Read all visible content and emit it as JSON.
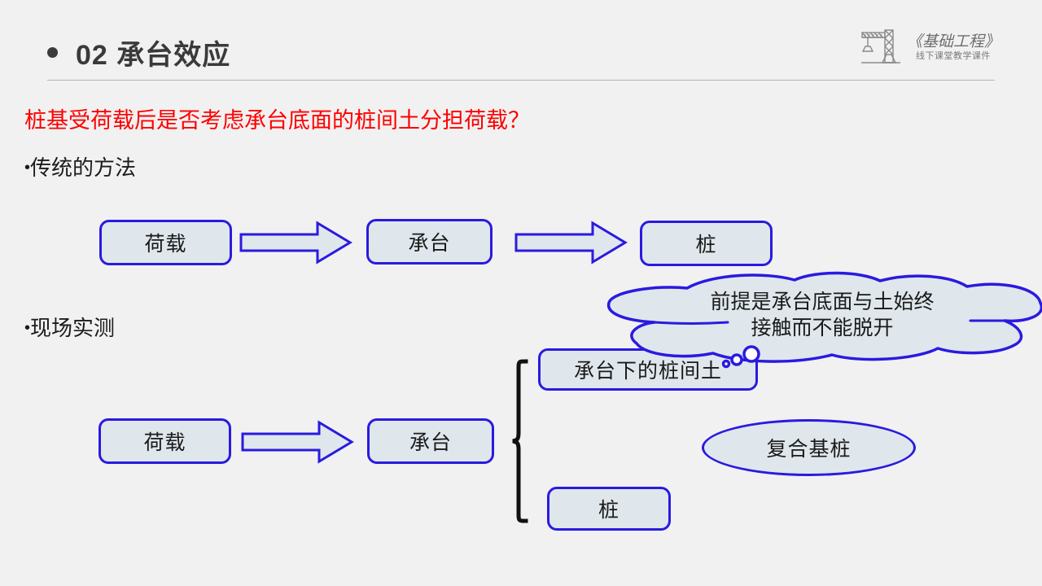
{
  "header": {
    "bullet_icon": "bullet-dot",
    "title": "02  承台效应",
    "logo": {
      "icon": "crane-icon",
      "title": "《基础工程》",
      "subtitle": "线下课堂教学课件"
    }
  },
  "content": {
    "question": "桩基受荷载后是否考虑承台底面的桩间土分担荷载？",
    "bullets": [
      {
        "marker": "•",
        "label": "传统的方法"
      },
      {
        "marker": "•",
        "label": "现场实测"
      }
    ]
  },
  "diagram_traditional": {
    "nodes": [
      {
        "label": "荷载"
      },
      {
        "label": "承台"
      },
      {
        "label": "桩"
      }
    ],
    "arrows": [
      {
        "icon": "block-arrow-right-icon"
      },
      {
        "icon": "block-arrow-right-icon"
      }
    ]
  },
  "diagram_measured": {
    "nodes": [
      {
        "label": "荷载"
      },
      {
        "label": "承台"
      }
    ],
    "arrows": [
      {
        "icon": "block-arrow-right-icon"
      }
    ],
    "brace_icon": "curly-brace-icon",
    "branches": [
      {
        "label": "承台下的桩间土"
      },
      {
        "label": "桩"
      }
    ],
    "group_label": "复合基桩"
  },
  "callout": {
    "icon": "thought-cloud-icon",
    "line1": "前提是承台底面与土始终",
    "line2": "接触而不能脱开"
  },
  "colors": {
    "background": "#f1f1f1",
    "shape_stroke": "#2a1ae0",
    "shape_fill": "#dfe7ec",
    "question_text": "#ff0000",
    "title_text": "#3a3a3a",
    "brace": "#111111",
    "divider": "#b4b4b4"
  }
}
